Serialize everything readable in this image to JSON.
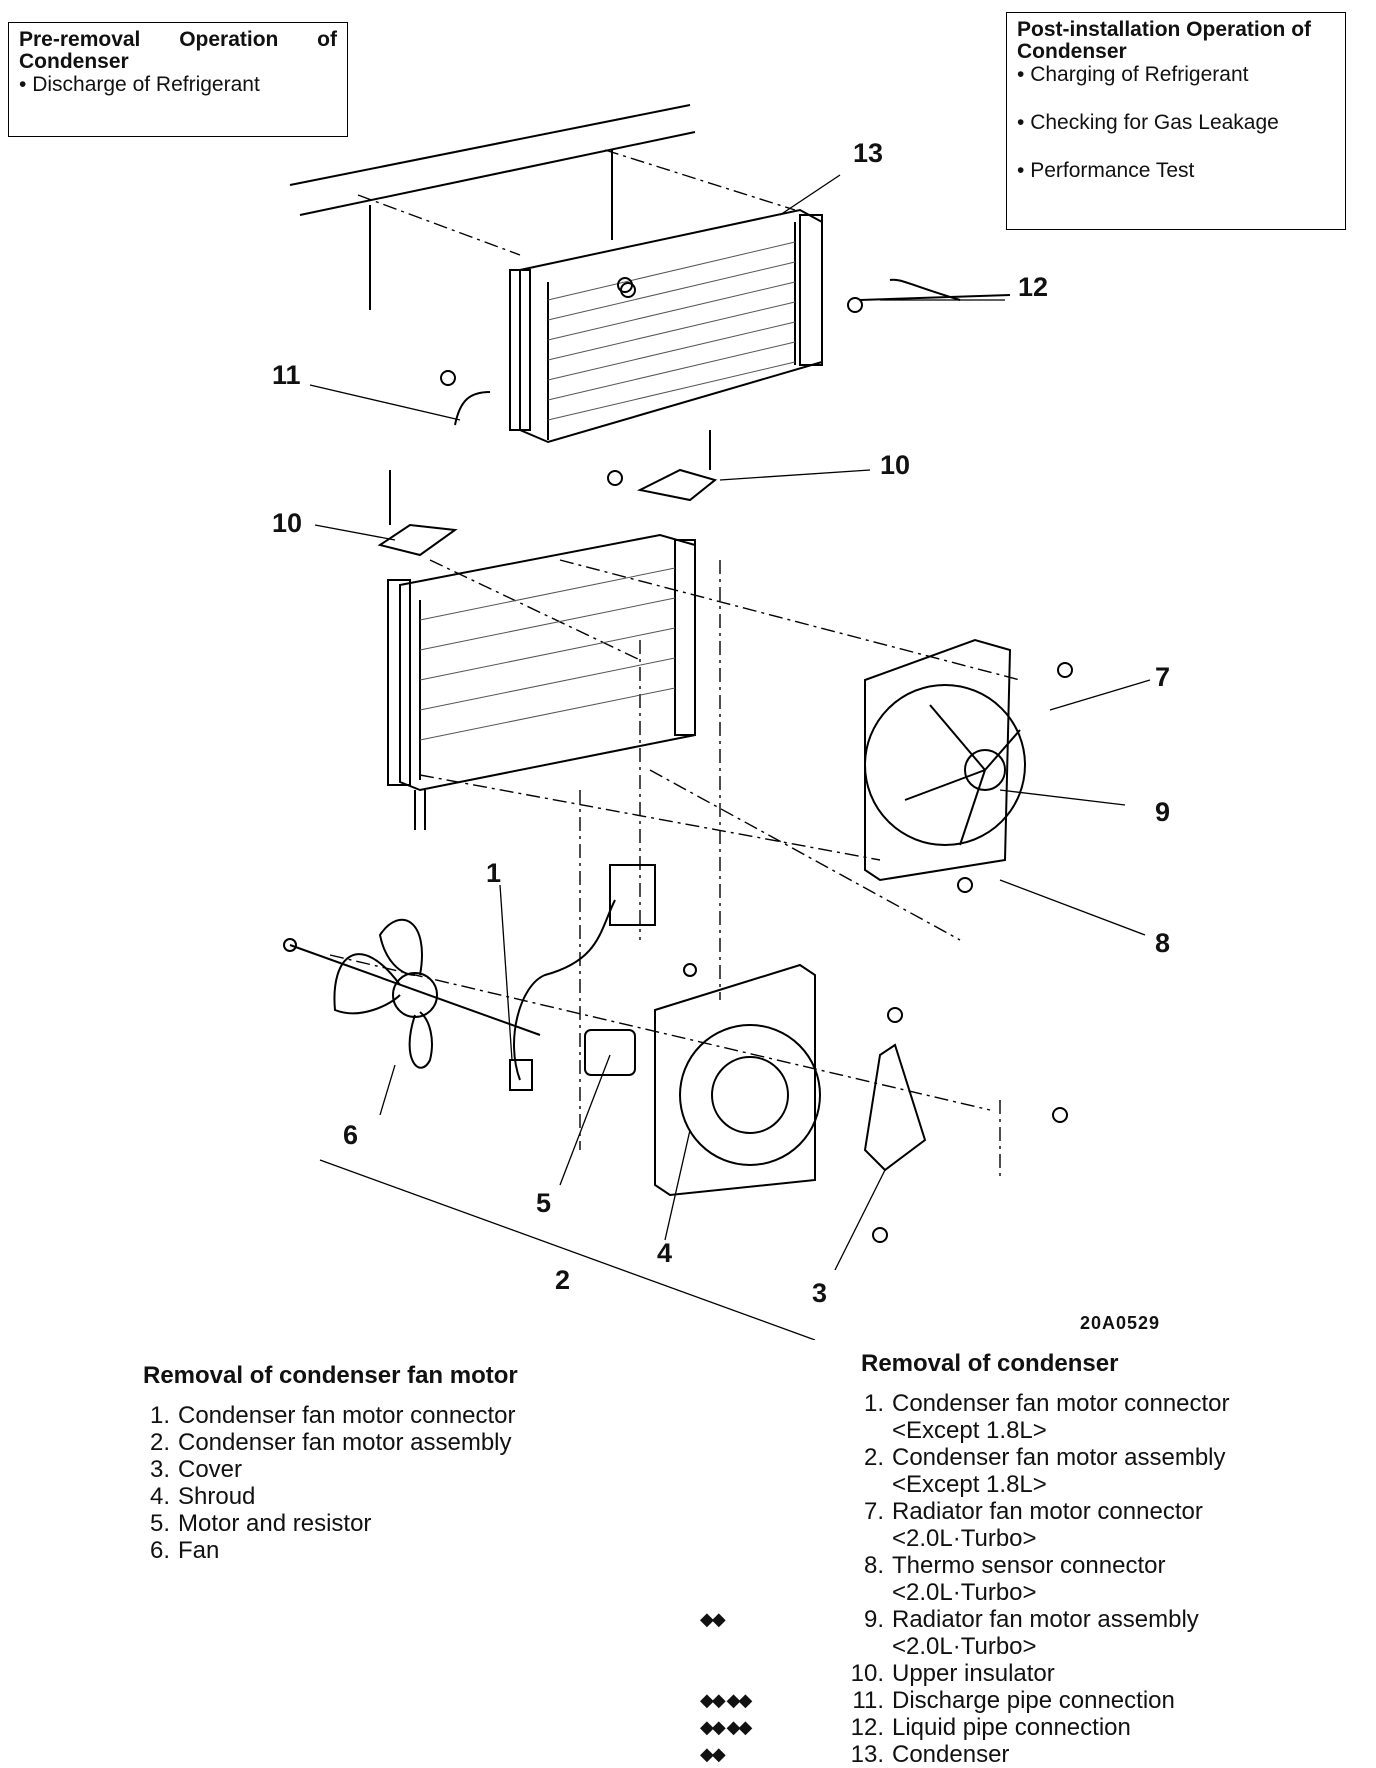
{
  "pre_removal": {
    "title": "Pre-removal Operation of Condenser",
    "items": [
      "Discharge of Refrigerant"
    ]
  },
  "post_installation": {
    "title": "Post-installation Operation of Condenser",
    "items": [
      "Charging of Refrigerant",
      "Checking for Gas Leakage",
      "Performance Test"
    ]
  },
  "diagram": {
    "ref_code": "20A0529",
    "callouts": {
      "c1": "1",
      "c2": "2",
      "c3": "3",
      "c4": "4",
      "c5": "5",
      "c6": "6",
      "c7": "7",
      "c8": "8",
      "c9": "9",
      "c10a": "10",
      "c10b": "10",
      "c11": "11",
      "c12": "12",
      "c13": "13"
    }
  },
  "fan_motor_removal": {
    "title": "Removal of condenser fan motor",
    "items": [
      {
        "num": "1.",
        "label": "Condenser fan motor connector"
      },
      {
        "num": "2.",
        "label": "Condenser fan motor assembly"
      },
      {
        "num": "3.",
        "label": "Cover"
      },
      {
        "num": "4.",
        "label": "Shroud"
      },
      {
        "num": "5.",
        "label": "Motor and resistor"
      },
      {
        "num": "6.",
        "label": "Fan"
      }
    ]
  },
  "condenser_removal": {
    "title": "Removal of condenser",
    "items": [
      {
        "num": "1.",
        "label": "Condenser fan motor connector",
        "sub": "<Except 1.8L>",
        "marks": ""
      },
      {
        "num": "2.",
        "label": "Condenser fan motor assembly",
        "sub": "<Except 1.8L>",
        "marks": ""
      },
      {
        "num": "7.",
        "label": "Radiator fan motor connector",
        "sub": "<2.0L·Turbo>",
        "marks": ""
      },
      {
        "num": "8.",
        "label": "Thermo sensor connector",
        "sub": "<2.0L·Turbo>",
        "marks": ""
      },
      {
        "num": "9.",
        "label": "Radiator fan motor assembly",
        "sub": "<2.0L·Turbo>",
        "marks": "◆◆"
      },
      {
        "num": "10.",
        "label": "Upper insulator",
        "sub": "",
        "marks": ""
      },
      {
        "num": "11.",
        "label": "Discharge pipe connection",
        "sub": "",
        "marks": "◆◆ ◆◆"
      },
      {
        "num": "12.",
        "label": "Liquid pipe connection",
        "sub": "",
        "marks": "◆◆ ◆◆"
      },
      {
        "num": "13.",
        "label": "Condenser",
        "sub": "",
        "marks": "◆◆"
      }
    ]
  }
}
